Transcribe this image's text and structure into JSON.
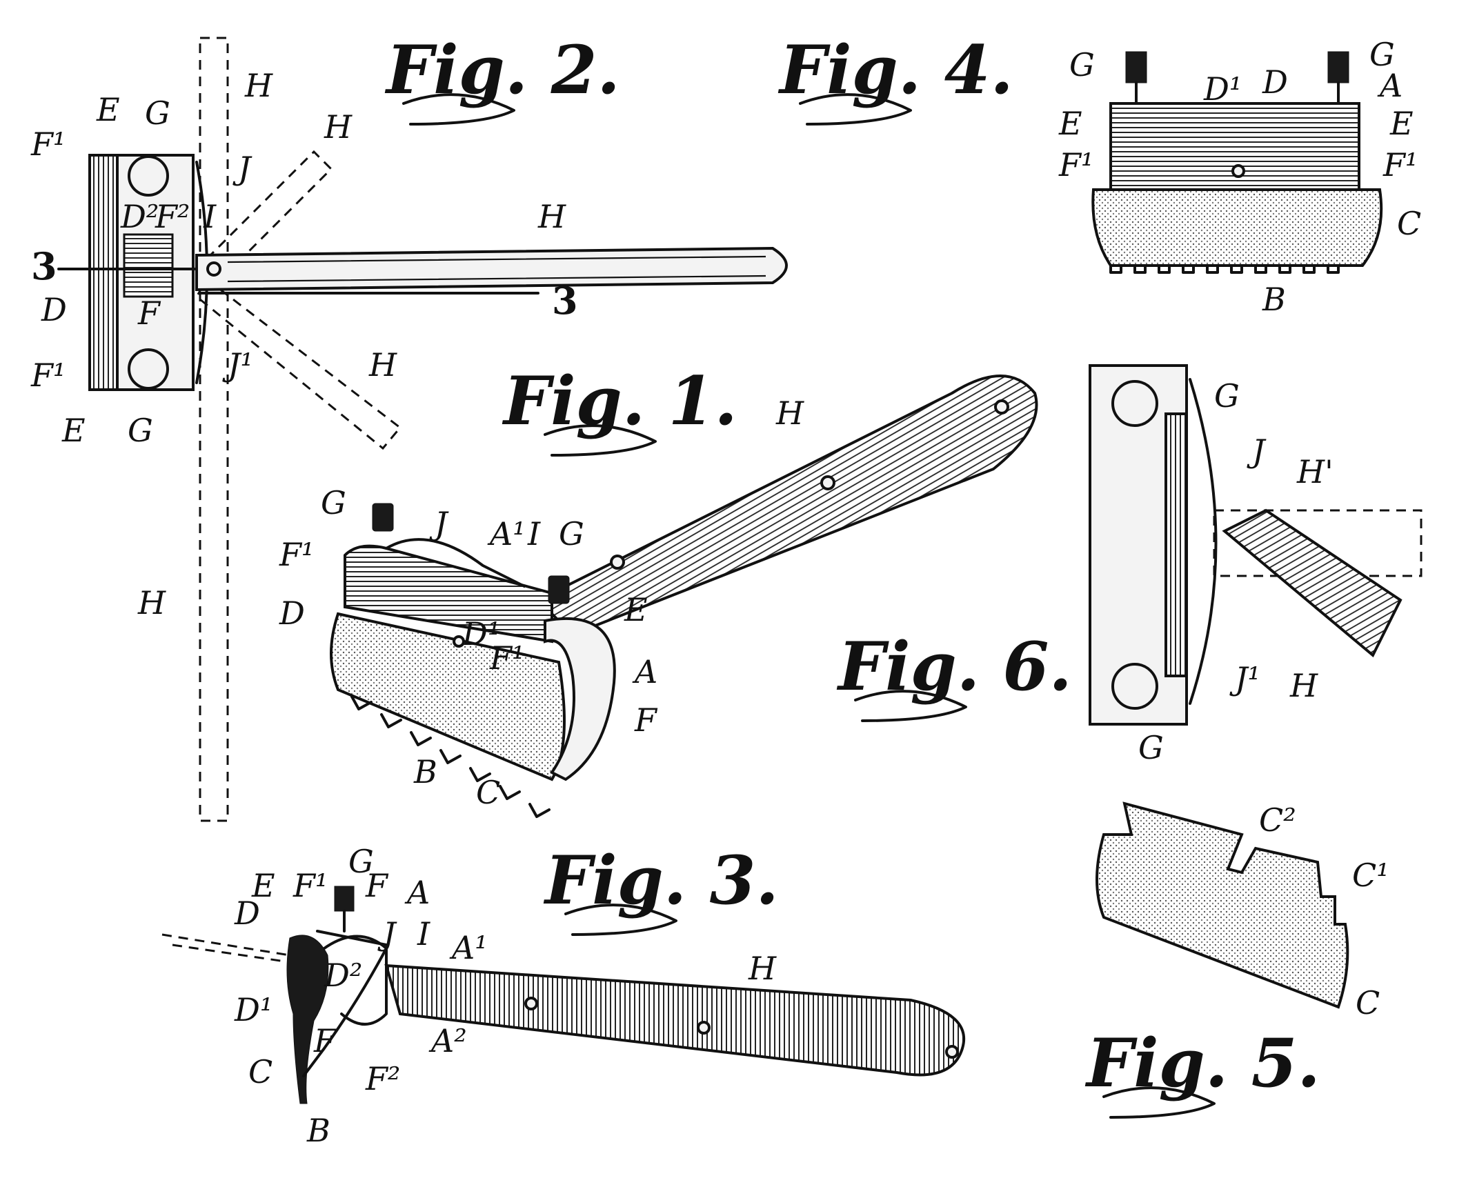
{
  "figures": {
    "fig1": {
      "title": "Fig. 1."
    },
    "fig2": {
      "title": "Fig. 2."
    },
    "fig3": {
      "title": "Fig. 3."
    },
    "fig4": {
      "title": "Fig. 4."
    },
    "fig5": {
      "title": "Fig. 5."
    },
    "fig6": {
      "title": "Fig. 6."
    }
  },
  "labels": {
    "A": "A",
    "A1": "A¹",
    "A2": "A²",
    "B": "B",
    "C": "C",
    "C1": "C¹",
    "C2": "C²",
    "D": "D",
    "D1": "D¹",
    "D2": "D²",
    "E": "E",
    "F": "F",
    "F1": "F¹",
    "F2": "F²",
    "G": "G",
    "H": "H",
    "H1": "H'",
    "I": "I",
    "J": "J",
    "J1": "J¹",
    "section": "3"
  }
}
